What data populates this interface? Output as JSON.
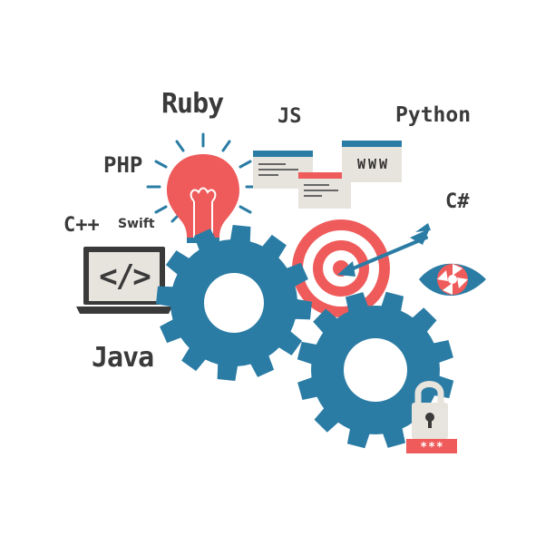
{
  "labels": {
    "ruby": "Ruby",
    "js": "JS",
    "python": "Python",
    "php": "PHP",
    "csharp": "C#",
    "cpp": "C++",
    "swift": "Swift",
    "java": "Java"
  },
  "browser_text": "WWW",
  "laptop_code": "</>",
  "lock_stars": "***",
  "colors": {
    "gear_blue": "#2a7ca4",
    "accent_red": "#ef5b5b",
    "panel_grey": "#e7e3dd",
    "ink": "#3a3a3a"
  },
  "icons": [
    "light-bulb-icon",
    "browser-window-icon",
    "target-icon",
    "arrow-icon",
    "eye-icon",
    "laptop-icon",
    "gear-icon",
    "padlock-icon"
  ]
}
